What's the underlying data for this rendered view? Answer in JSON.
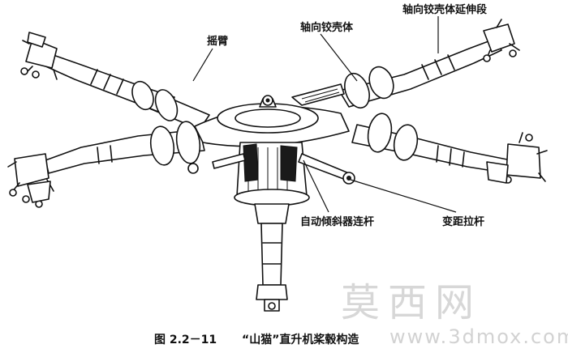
{
  "labels": {
    "rocker_arm": "摇臂",
    "axial_hinge_housing": "轴向铰壳体",
    "axial_hinge_extension": "轴向铰壳体延伸段",
    "swashplate_link": "自动倾斜器连杆",
    "pitch_link": "变距拉杆"
  },
  "caption": {
    "number": "图 2.2－11",
    "title": "“山猫”直升机桨毂构造"
  },
  "watermark": {
    "text": "莫西网",
    "url": "www.3dmox.com"
  }
}
